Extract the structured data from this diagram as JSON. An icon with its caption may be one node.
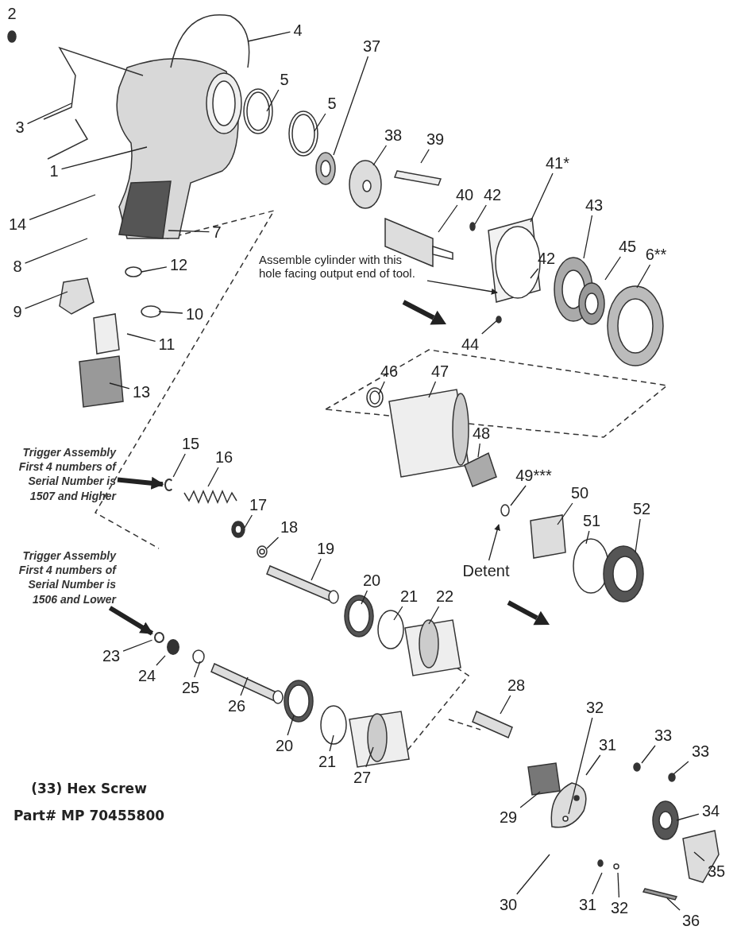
{
  "diagram": {
    "nodes": [
      {
        "text": [
          "4"
        ]
      },
      {
        "text": [
          "3"
        ]
      },
      {
        "text": [
          "5"
        ]
      },
      {
        "text": [
          "5"
        ]
      },
      {
        "text": [
          "37"
        ]
      },
      {
        "text": [
          "1"
        ]
      },
      {
        "text": [
          "38"
        ]
      },
      {
        "text": [
          "39"
        ]
      },
      {
        "text": [
          "14"
        ]
      },
      {
        "text": [
          "40"
        ]
      },
      {
        "text": [
          "7"
        ]
      },
      {
        "text": [
          "42"
        ]
      },
      {
        "text": [
          "41*"
        ]
      },
      {
        "text": [
          "8"
        ]
      },
      {
        "text": [
          "42"
        ]
      },
      {
        "text": [
          "43"
        ]
      },
      {
        "text": [
          "45"
        ]
      },
      {
        "text": [
          "6**"
        ]
      },
      {
        "text": [
          "Assemble cylinder with this hole facing output end of tool."
        ]
      },
      {
        "text": [
          "12"
        ]
      },
      {
        "text": [
          "9"
        ]
      },
      {
        "text": [
          "10"
        ]
      },
      {
        "text": [
          "11"
        ]
      },
      {
        "text": [
          "44"
        ]
      },
      {
        "text": [
          "13"
        ]
      },
      {
        "text": [
          "46"
        ]
      },
      {
        "text": [
          "47"
        ]
      },
      {
        "text": [
          "48"
        ]
      },
      {
        "text": [
          "Trigger Assembly First 4 numbers of Serial Number is 1507 and Higher"
        ]
      },
      {
        "text": [
          "15"
        ]
      },
      {
        "text": [
          "16"
        ]
      },
      {
        "text": [
          "49***"
        ]
      },
      {
        "text": [
          "50"
        ]
      },
      {
        "text": [
          "51"
        ]
      },
      {
        "text": [
          "17"
        ]
      },
      {
        "text": [
          "52"
        ]
      },
      {
        "text": [
          "18"
        ]
      },
      {
        "text": [
          "19"
        ]
      },
      {
        "text": [
          "Detent"
        ]
      },
      {
        "text": [
          "Trigger Assembly First 4 numbers of Serial Number is 1506 and Lower"
        ]
      },
      {
        "text": [
          "20"
        ]
      },
      {
        "text": [
          "21"
        ]
      },
      {
        "text": [
          "22"
        ]
      },
      {
        "text": [
          "23"
        ]
      },
      {
        "text": [
          "24"
        ]
      },
      {
        "text": [
          "25"
        ]
      },
      {
        "text": [
          "26"
        ]
      },
      {
        "text": [
          "28"
        ]
      },
      {
        "text": [
          "20"
        ]
      },
      {
        "text": [
          "21"
        ]
      },
      {
        "text": [
          "27"
        ]
      },
      {
        "text": [
          "32"
        ]
      },
      {
        "text": [
          "31"
        ]
      },
      {
        "text": [
          "33"
        ]
      },
      {
        "text": [
          "33"
        ]
      },
      {
        "text": [
          "29"
        ]
      },
      {
        "text": [
          "34"
        ]
      },
      {
        "text": [
          "30"
        ]
      },
      {
        "text": [
          "31"
        ]
      },
      {
        "text": [
          "32"
        ]
      },
      {
        "text": [
          "35"
        ]
      },
      {
        "text": [
          "36"
        ]
      },
      {
        "text": [],
        "shape": "ring"
      },
      {
        "text": [],
        "shape": "ring"
      },
      {
        "text": [],
        "shape": "circle"
      }
    ],
    "edges": [
      {
        "from": 0,
        "to": null,
        "arrow": "none"
      },
      {
        "from": 1,
        "to": null,
        "arrow": "none"
      },
      {
        "from": 2,
        "to": null,
        "arrow": "none"
      },
      {
        "from": 3,
        "to": null,
        "arrow": "none"
      },
      {
        "from": 4,
        "to": null,
        "arrow": "none"
      },
      {
        "from": 5,
        "to": null,
        "arrow": "none"
      },
      {
        "from": 6,
        "to": null,
        "arrow": "none"
      },
      {
        "from": 7,
        "to": null,
        "arrow": "none"
      },
      {
        "from": 8,
        "to": null,
        "arrow": "none"
      },
      {
        "from": 9,
        "to": null,
        "arrow": "none"
      },
      {
        "from": 10,
        "to": null,
        "arrow": "none"
      },
      {
        "from": 11,
        "to": null,
        "arrow": "none"
      },
      {
        "from": 12,
        "to": null,
        "arrow": "none"
      },
      {
        "from": 13,
        "to": null,
        "arrow": "none"
      },
      {
        "from": 14,
        "to": null,
        "arrow": "none"
      },
      {
        "from": 15,
        "to": null,
        "arrow": "none"
      },
      {
        "from": 16,
        "to": null,
        "arrow": "none"
      },
      {
        "from": 17,
        "to": null,
        "arrow": "none"
      },
      {
        "from": 18,
        "to": null,
        "arrow": "to"
      },
      {
        "from": 19,
        "to": null,
        "arrow": "none"
      },
      {
        "from": 20,
        "to": null,
        "arrow": "none"
      },
      {
        "from": 21,
        "to": null,
        "arrow": "none"
      },
      {
        "from": 22,
        "to": null,
        "arrow": "none"
      },
      {
        "from": 23,
        "to": null,
        "arrow": "none"
      },
      {
        "from": 24,
        "to": null,
        "arrow": "none"
      },
      {
        "from": 25,
        "to": null,
        "arrow": "none"
      },
      {
        "from": 26,
        "to": null,
        "arrow": "none"
      },
      {
        "from": 27,
        "to": null,
        "arrow": "none"
      },
      {
        "from": 28,
        "to": 62,
        "arrow": "to",
        "style": "thick"
      },
      {
        "from": 29,
        "to": 62,
        "arrow": "none"
      },
      {
        "from": 30,
        "to": null,
        "arrow": "none"
      },
      {
        "from": 31,
        "to": null,
        "arrow": "none"
      },
      {
        "from": 32,
        "to": null,
        "arrow": "none"
      },
      {
        "from": 33,
        "to": null,
        "arrow": "none"
      },
      {
        "from": 34,
        "to": null,
        "arrow": "none"
      },
      {
        "from": 35,
        "to": null,
        "arrow": "none"
      },
      {
        "from": 36,
        "to": null,
        "arrow": "none"
      },
      {
        "from": 37,
        "to": null,
        "arrow": "none"
      },
      {
        "from": 38,
        "to": null,
        "arrow": "to"
      },
      {
        "from": 39,
        "to": 63,
        "arrow": "to",
        "style": "thick"
      },
      {
        "from": 40,
        "to": null,
        "arrow": "none"
      },
      {
        "from": 41,
        "to": null,
        "arrow": "none"
      },
      {
        "from": 42,
        "to": null,
        "arrow": "none"
      },
      {
        "from": 43,
        "to": 63,
        "arrow": "none"
      },
      {
        "from": 44,
        "to": 64,
        "arrow": "none"
      },
      {
        "from": 45,
        "to": null,
        "arrow": "none"
      },
      {
        "from": 46,
        "to": null,
        "arrow": "none"
      },
      {
        "from": 47,
        "to": null,
        "arrow": "none"
      },
      {
        "from": 48,
        "to": null,
        "arrow": "none"
      },
      {
        "from": 49,
        "to": null,
        "arrow": "none"
      },
      {
        "from": 50,
        "to": null,
        "arrow": "none"
      },
      {
        "from": 51,
        "to": null,
        "arrow": "none"
      },
      {
        "from": 52,
        "to": null,
        "arrow": "none"
      },
      {
        "from": 53,
        "to": null,
        "arrow": "none"
      },
      {
        "from": 54,
        "to": null,
        "arrow": "none"
      },
      {
        "from": 55,
        "to": null,
        "arrow": "none"
      },
      {
        "from": 56,
        "to": null,
        "arrow": "none"
      },
      {
        "from": 57,
        "to": null,
        "arrow": "none"
      },
      {
        "from": 58,
        "to": null,
        "arrow": "none"
      },
      {
        "from": 59,
        "to": null,
        "arrow": "none"
      },
      {
        "from": 60,
        "to": null,
        "arrow": "none"
      },
      {
        "from": 61,
        "to": null,
        "arrow": "none"
      }
    ],
    "labels": [
      "2",
      "(33) Hex Screw",
      "Part# MP 70455800"
    ]
  }
}
